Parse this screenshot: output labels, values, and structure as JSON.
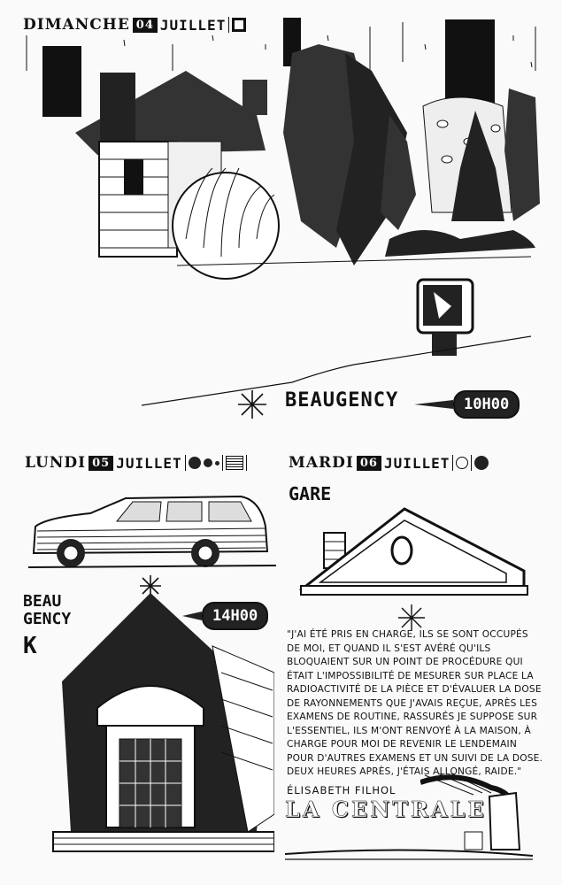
{
  "strip1": {
    "day": "DIMANCHE",
    "daynum": "04",
    "month": "JUILLET",
    "weather_icon": "square-icon",
    "town": "BEAUGENCY",
    "time": "10H00"
  },
  "strip2": {
    "day": "LUNDI",
    "daynum": "05",
    "month": "JUILLET",
    "weather_icons": [
      "dark-cloud-icon",
      "small-dots-icon",
      "rain-lines-icon"
    ],
    "town_line1": "BEAU",
    "town_line2": "GENCY",
    "time": "14H00"
  },
  "strip3": {
    "day": "MARDI",
    "daynum": "06",
    "month": "JUILLET",
    "weather_icons": [
      "crosshair-sun-icon",
      "dark-circle-icon"
    ],
    "place": "GARE",
    "quote": "\"J'AI ÉTÉ PRIS EN CHARGE, ILS SE SONT OCCUPÉS DE MOI, ET QUAND IL S'EST AVÉRÉ QU'ILS BLOQUAIENT SUR UN POINT DE PROCÉDURE QUI ÉTAIT L'IMPOSSIBILITÉ DE MESURER SUR PLACE LA RADIOACTIVITÉ DE LA PIÈCE ET D'ÉVALUER LA DOSE DE RAYONNEMENTS QUE J'AVAIS REÇUE, APRÈS LES EXAMENS DE ROUTINE, RASSURÉS JE SUPPOSE SUR L'ESSENTIEL, ILS M'ONT RENVOYÉ À LA MAISON, À CHARGE POUR MOI DE REVENIR LE LENDEMAIN POUR D'AUTRES EXAMENS ET UN SUIVI DE LA DOSE. DEUX HEURES APRÈS, J'ÉTAIS ALLONGÉ, RAIDE.\"",
    "author": "ÉLISABETH FILHOL",
    "book_title": "LA CENTRALE"
  }
}
